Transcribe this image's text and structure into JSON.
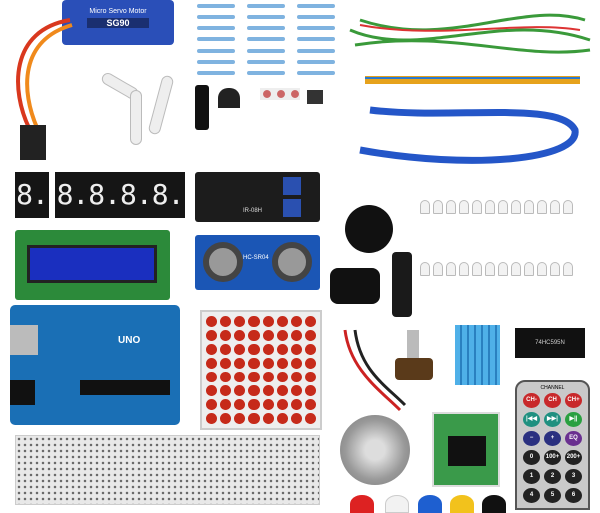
{
  "servo": {
    "brand": "Micro Servo Motor",
    "model": "SG90"
  },
  "seven_segment": {
    "single": "8.",
    "quad": "8.8.8.8."
  },
  "ir_module": {
    "label": "IR-08H"
  },
  "ultrasonic": {
    "label": "HC-SR04"
  },
  "arduino": {
    "label": "UNO"
  },
  "chip": {
    "label": "74HC595N"
  },
  "remote": {
    "title": "CHANNEL",
    "buttons": [
      "CH-",
      "CH",
      "CH+",
      "|◀◀",
      "▶▶|",
      "▶||",
      "−",
      "+",
      "EQ",
      "0",
      "100+",
      "200+",
      "1",
      "2",
      "3",
      "4",
      "5",
      "6"
    ]
  },
  "colors": {
    "arduino": "#1a6fb5",
    "lcd_screen": "#1a2fbf",
    "matrix_led": "#c62a1a",
    "cable": "#2456c8"
  }
}
